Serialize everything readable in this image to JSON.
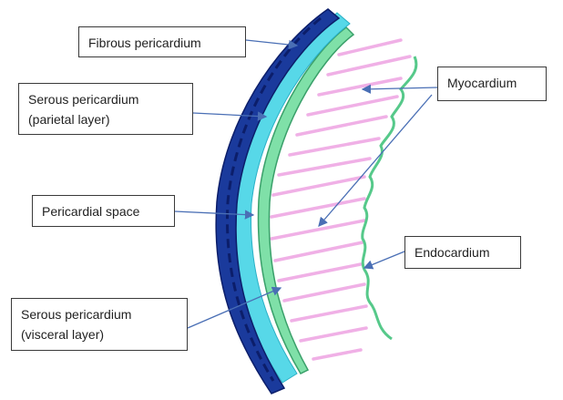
{
  "diagram": {
    "labels": {
      "fibrous": {
        "text": "Fibrous pericardium"
      },
      "serous_parietal": {
        "line1": "Serous pericardium",
        "line2": "(parietal layer)"
      },
      "pericardial_space": {
        "text": "Pericardial space"
      },
      "serous_visceral": {
        "line1": "Serous pericardium",
        "line2": "(visceral layer)"
      },
      "myocardium": {
        "text": "Myocardium"
      },
      "endocardium": {
        "text": "Endocardium"
      }
    },
    "colors": {
      "fibrous_layer": "#1a3a9c",
      "fibrous_layer_dark": "#0c1e6a",
      "parietal_layer": "#57d8e8",
      "visceral_layer": "#7fe0a8",
      "visceral_outline": "#3aa06a",
      "myocardium_strokes": "#f0b0e6",
      "endocardium_line": "#56c98a",
      "arrow": "#4a6fb5",
      "box_border": "#3a3a3a"
    }
  }
}
